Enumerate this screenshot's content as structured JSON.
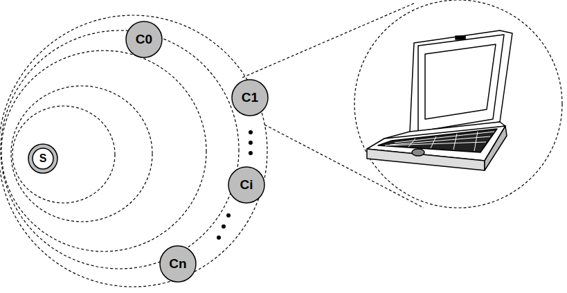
{
  "diagram": {
    "nodes": [
      {
        "text": [
          "S"
        ]
      },
      {
        "text": [
          "C0"
        ]
      },
      {
        "text": [
          "C1"
        ]
      },
      {
        "text": [
          "Ci"
        ]
      },
      {
        "text": [
          "Cn"
        ]
      }
    ]
  }
}
